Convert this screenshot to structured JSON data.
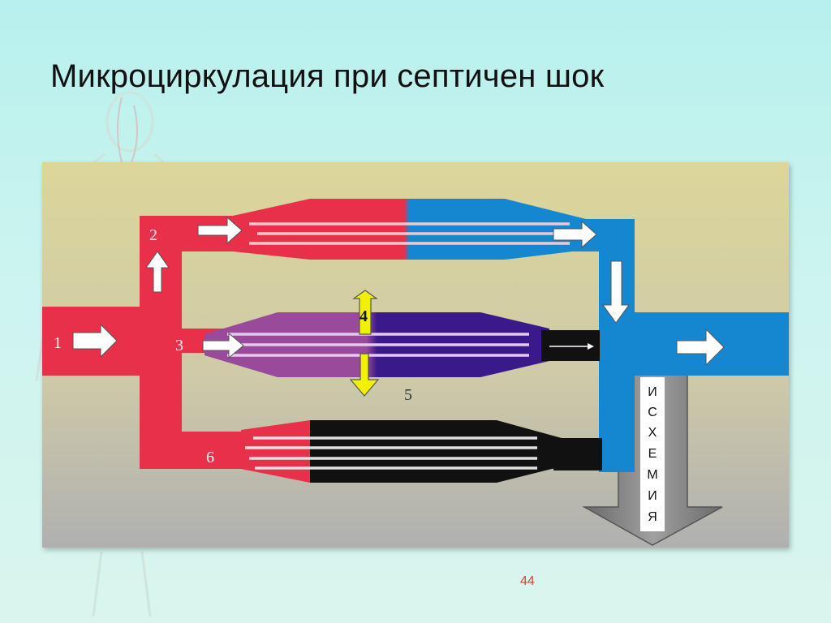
{
  "slide": {
    "title": "Микроциркулация при септичен шок",
    "page_number": "44"
  },
  "diagram": {
    "labels": [
      "1",
      "2",
      "3",
      "4",
      "5",
      "6"
    ],
    "ischemia_letters": [
      "И",
      "С",
      "Х",
      "Е",
      "М",
      "И",
      "Я"
    ],
    "colors": {
      "arterial": "#e8304a",
      "venous": "#1487d0",
      "shunt_purple": "#9a4a9a",
      "deep_purple": "#3a1a8a",
      "occluded": "#111111",
      "arrow_yellow": "#f2f200",
      "ischemia_arrow": "#8a8a8a"
    }
  }
}
